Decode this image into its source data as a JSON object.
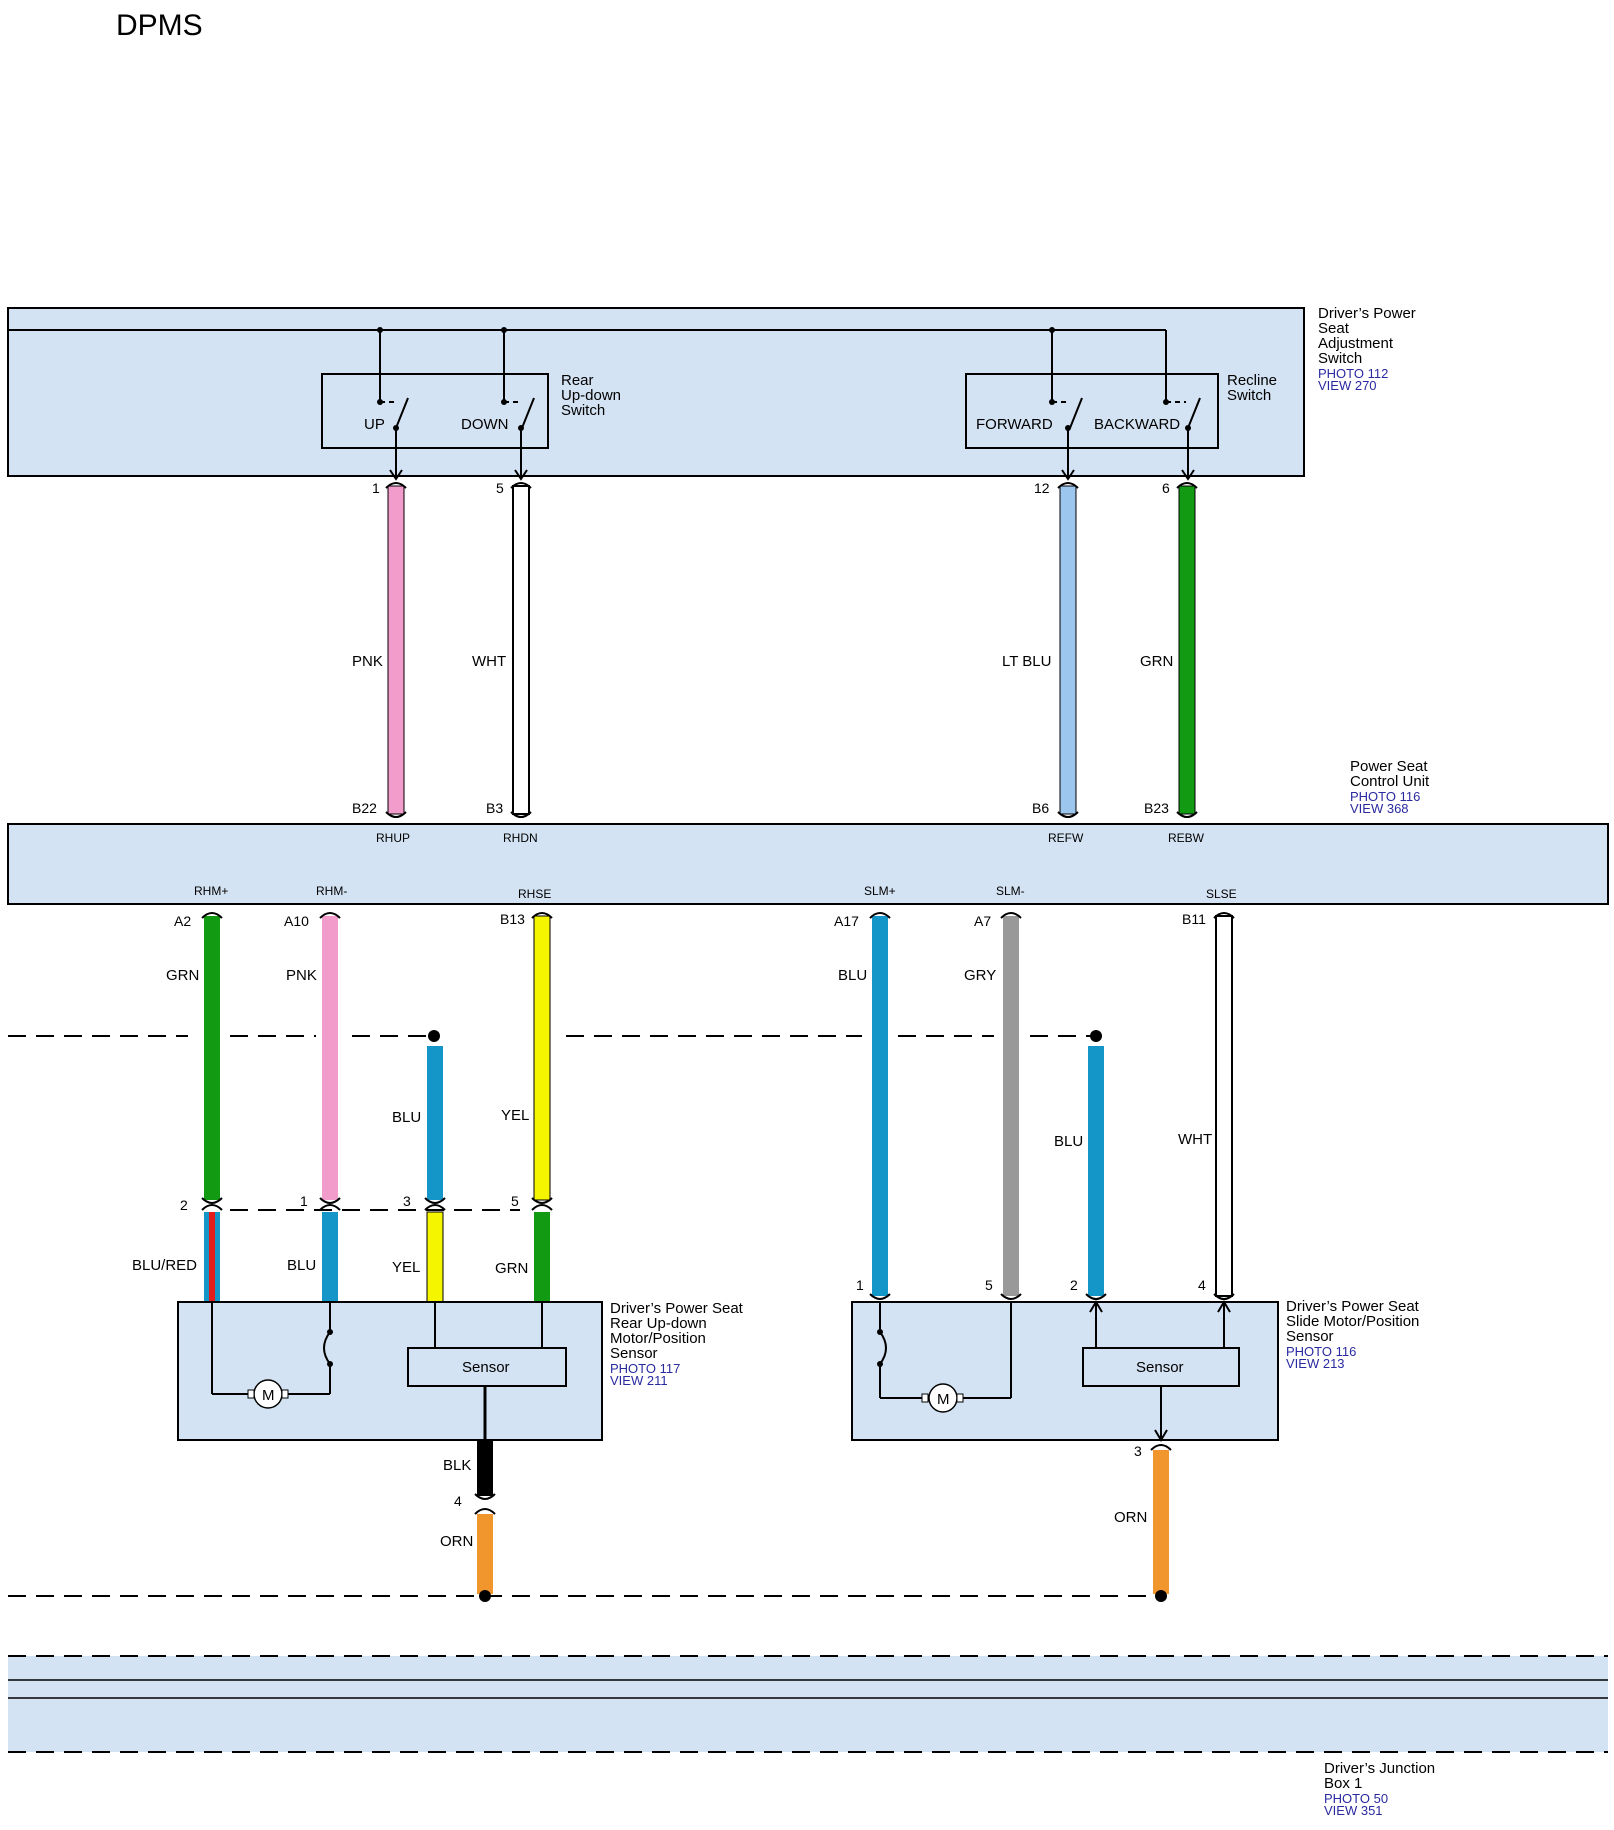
{
  "title": "DPMS",
  "components": {
    "switch": {
      "name": [
        "Driver’s Power",
        "Seat",
        "Adjustment",
        "Switch"
      ],
      "photo": "PHOTO 112",
      "view": "VIEW 270"
    },
    "rear_switch": {
      "name": [
        "Rear",
        "Up-down",
        "Switch"
      ],
      "up": "UP",
      "down": "DOWN"
    },
    "recline_switch": {
      "name": [
        "Recline",
        "Switch"
      ],
      "forward": "FORWARD",
      "backward": "BACKWARD"
    },
    "control_unit": {
      "name": [
        "Power Seat",
        "Control Unit"
      ],
      "photo": "PHOTO 116",
      "view": "VIEW 368"
    },
    "rear_motor": {
      "name": [
        "Driver’s Power Seat",
        "Rear Up-down",
        "Motor/Position",
        "Sensor"
      ],
      "photo": "PHOTO 117",
      "view": "VIEW 211",
      "sensor": "Sensor",
      "motor": "M"
    },
    "slide_motor": {
      "name": [
        "Driver’s Power Seat",
        "Slide Motor/Position",
        "Sensor"
      ],
      "photo": "PHOTO 116",
      "view": "VIEW 213",
      "sensor": "Sensor",
      "motor": "M"
    },
    "junction_box": {
      "name": [
        "Driver’s Junction",
        "Box 1"
      ],
      "photo": "PHOTO 50",
      "view": "VIEW 351"
    }
  },
  "colors": {
    "block_fill": "#d4e3f3",
    "PNK": "#f29ccb",
    "WHT": "#ffffff",
    "LT BLU": "#9cc6ee",
    "GRN": "#139a13",
    "BLU": "#1496c8",
    "YEL": "#f5f500",
    "GRY": "#999999",
    "BLK": "#000000",
    "ORN": "#f0962d",
    "RED": "#e31c1c"
  },
  "wires_top": [
    {
      "pin_top": "1",
      "color": "PNK",
      "pin_bottom": "B22",
      "signal": "RHUP"
    },
    {
      "pin_top": "5",
      "color": "WHT",
      "pin_bottom": "B3",
      "signal": "RHDN"
    },
    {
      "pin_top": "12",
      "color": "LT BLU",
      "pin_bottom": "B6",
      "signal": "REFW"
    },
    {
      "pin_top": "6",
      "color": "GRN",
      "pin_bottom": "B23",
      "signal": "REBW"
    }
  ],
  "wires_mid": [
    {
      "signal": "RHM+",
      "pin_top": "A2",
      "color_upper": "GRN",
      "pin_conn": "2",
      "color_lower": "BLU/RED"
    },
    {
      "signal": "RHM-",
      "pin_top": "A10",
      "color_upper": "PNK",
      "pin_conn": "1",
      "color_lower": "BLU"
    },
    {
      "signal": "",
      "pin_top": "",
      "color_upper": "BLU",
      "pin_conn": "3",
      "color_lower": "YEL"
    },
    {
      "signal": "RHSE",
      "pin_top": "B13",
      "color_upper": "YEL",
      "pin_conn": "5",
      "color_lower": "GRN"
    },
    {
      "signal": "SLM+",
      "pin_top": "A17",
      "color_upper": "BLU",
      "pin_conn": "1",
      "color_lower": ""
    },
    {
      "signal": "SLM-",
      "pin_top": "A7",
      "color_upper": "GRY",
      "pin_conn": "5",
      "color_lower": ""
    },
    {
      "signal": "",
      "pin_top": "",
      "color_upper": "BLU",
      "pin_conn": "2",
      "color_lower": ""
    },
    {
      "signal": "SLSE",
      "pin_top": "B11",
      "color_upper": "WHT",
      "pin_conn": "4",
      "color_lower": ""
    }
  ],
  "wires_bottom": [
    {
      "color_upper": "BLK",
      "pin": "4",
      "color_lower": "ORN"
    },
    {
      "color_upper": "",
      "pin": "3",
      "color_lower": "ORN"
    }
  ]
}
